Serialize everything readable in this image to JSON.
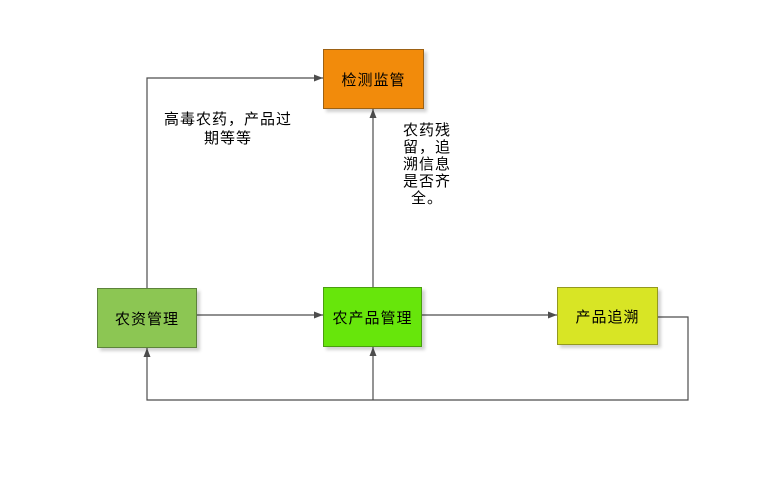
{
  "diagram": {
    "background_color": "#ffffff",
    "connector_color": "#4d4d4d",
    "text_color": "#000000",
    "nodes": [
      {
        "id": "detection-supervision",
        "label": "检测监管",
        "fill_color": "#F28B0B",
        "border_color": "#9C6114"
      },
      {
        "id": "agri-input-management",
        "label": "农资管理",
        "fill_color": "#8CC653",
        "border_color": "#5D833B"
      },
      {
        "id": "agri-product-management",
        "label": "农产品管理",
        "fill_color": "#67E60B",
        "border_color": "#4A9E10"
      },
      {
        "id": "product-traceability",
        "label": "产品追溯",
        "fill_color": "#D8E525",
        "border_color": "#93991F"
      }
    ],
    "edge_labels": [
      {
        "id": "toxic-pesticide-note",
        "text": "高毒农药，产品过期等等"
      },
      {
        "id": "residue-trace-note",
        "text": "农药残留，追溯信息是否齐全。"
      }
    ]
  }
}
